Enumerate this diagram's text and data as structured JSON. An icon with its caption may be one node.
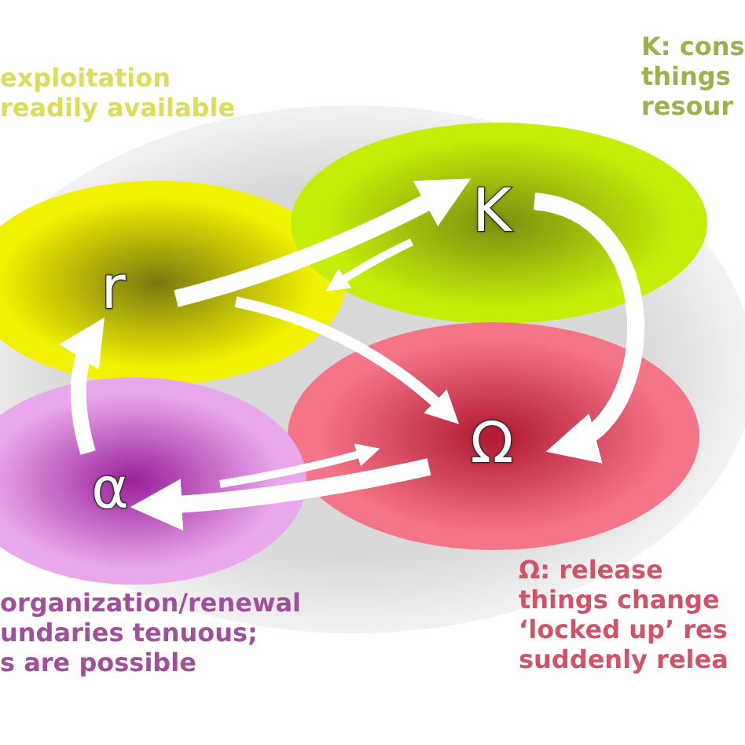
{
  "diagram": {
    "nodes": [
      {
        "text": [
          "r"
        ],
        "beside": [
          "exploitation",
          "readily available"
        ]
      },
      {
        "text": [
          "K"
        ],
        "beside": [
          "K: cons",
          "things",
          "resour"
        ]
      },
      {
        "text": [
          "Ω"
        ],
        "beside": [
          "Ω: release",
          "things change",
          "‘locked up’ res",
          "suddenly relea"
        ]
      },
      {
        "text": [
          "α"
        ],
        "beside": [
          "organization/renewal",
          "undaries tenuous;",
          "s are possible"
        ]
      }
    ],
    "edges": [
      {
        "from": 0,
        "to": 1,
        "arrow": "to"
      },
      {
        "from": 1,
        "to": 0,
        "arrow": "to"
      },
      {
        "from": 0,
        "to": 2,
        "arrow": "to"
      },
      {
        "from": 1,
        "to": 2,
        "arrow": "to"
      },
      {
        "from": 2,
        "to": 3,
        "arrow": "to"
      },
      {
        "from": 3,
        "to": 2,
        "arrow": "to"
      },
      {
        "from": 3,
        "to": 0,
        "arrow": "to"
      }
    ]
  }
}
